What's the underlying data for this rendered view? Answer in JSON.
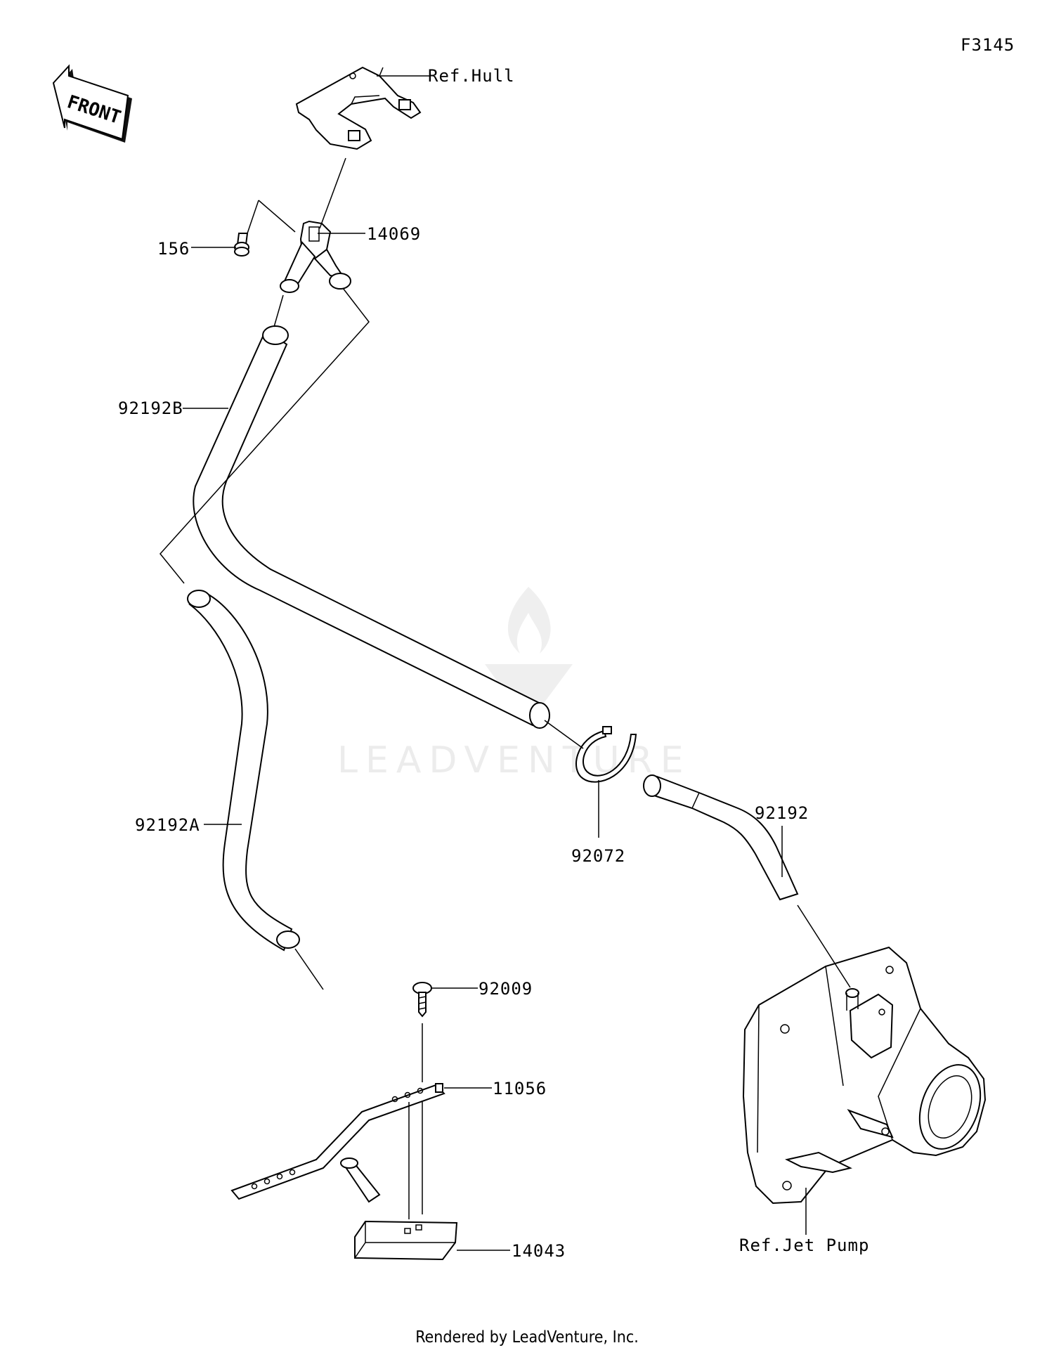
{
  "diagram_id": "F3145",
  "footer": "Rendered by LeadVenture, Inc.",
  "watermark": "LEADVENTURE",
  "front_arrow": "FRONT",
  "colors": {
    "line": "#000000",
    "background": "#ffffff",
    "watermark": "#ececec"
  },
  "callouts": {
    "ref_hull": "Ref.Hull",
    "p14069": "14069",
    "p156": "156",
    "p92192B": "92192B",
    "p92192A": "92192A",
    "p92072": "92072",
    "p92192": "92192",
    "p92009": "92009",
    "p11056": "11056",
    "p14043": "14043",
    "ref_jet_pump": "Ref.Jet Pump"
  }
}
